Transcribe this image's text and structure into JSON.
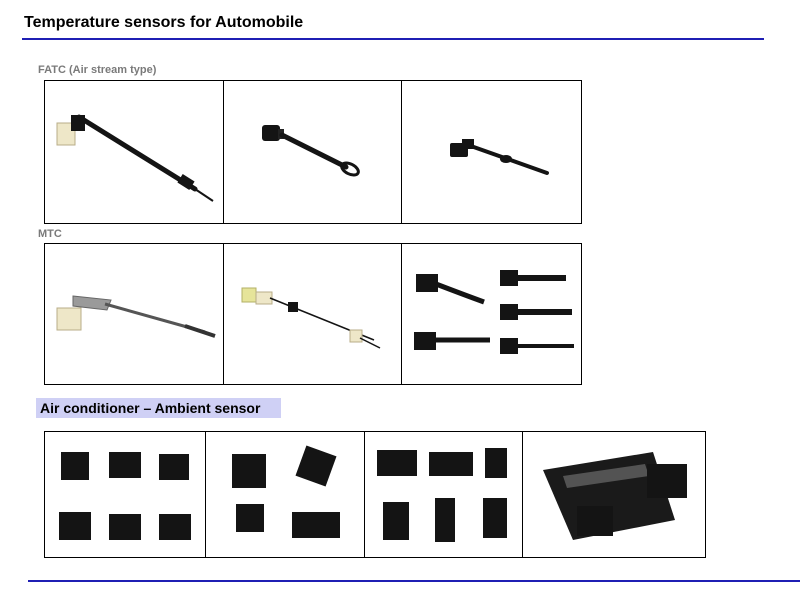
{
  "page": {
    "title": "Temperature sensors for Automobile"
  },
  "sections": {
    "fatc_label": "FATC (Air stream type)",
    "mtc_label": "MTC",
    "ambient_label": "Air conditioner –  Ambient sensor"
  },
  "colors": {
    "rule": "#1f1fb4",
    "banner": "#cfd0f5",
    "section_label": "#7a7a7a",
    "sensor_body": "#141414",
    "connector_light": "#eee7c8"
  }
}
